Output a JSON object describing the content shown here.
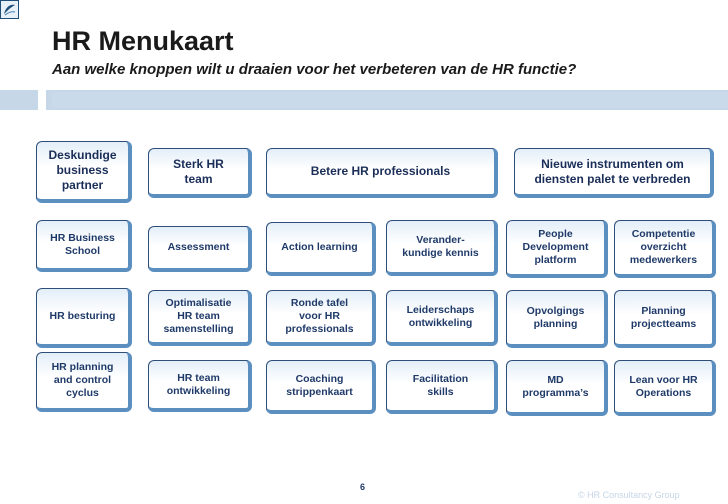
{
  "title": "HR Menukaart",
  "subtitle": "Aan welke knoppen wilt u draaien voor het verbeteren van de HR functie?",
  "colors": {
    "tile_text": "#1f3a68",
    "tile_border": "#2f4f7a",
    "band": "#c6d7e8"
  },
  "headers": {
    "deskundige": "Deskundige\nbusiness\npartner",
    "sterk": "Sterk HR\nteam",
    "betere": "Betere HR professionals",
    "nieuwe": "Nieuwe instrumenten om\ndiensten palet te verbreden"
  },
  "row1": {
    "hr_business_school": "HR Business\nSchool",
    "assessment": "Assessment",
    "action_learning": "Action learning",
    "veranderkundige": "Verander-\nkundige kennis",
    "people_development": "People\nDevelopment\nplatform",
    "competentie": "Competentie\noverzicht\nmedewerkers"
  },
  "row2": {
    "hr_besturing": "HR besturing",
    "optimalisatie": "Optimalisatie\nHR team\nsamenstelling",
    "ronde_tafel": "Ronde tafel\nvoor HR\nprofessionals",
    "leiderschap": "Leiderschaps\nontwikkeling",
    "opvolging": "Opvolgings\nplanning",
    "planning": "Planning\nprojectteams"
  },
  "row3": {
    "hr_planning": "HR planning\nand control\ncyclus",
    "hr_team": "HR team\nontwikkeling",
    "coaching": "Coaching\nstrippenkaart",
    "facilitation": "Facilitation\nskills",
    "md": "MD\nprogramma’s",
    "lean": "Lean voor HR\nOperations"
  },
  "footer": {
    "page_number": "6",
    "copyright": "© HR Consultancy Group"
  }
}
